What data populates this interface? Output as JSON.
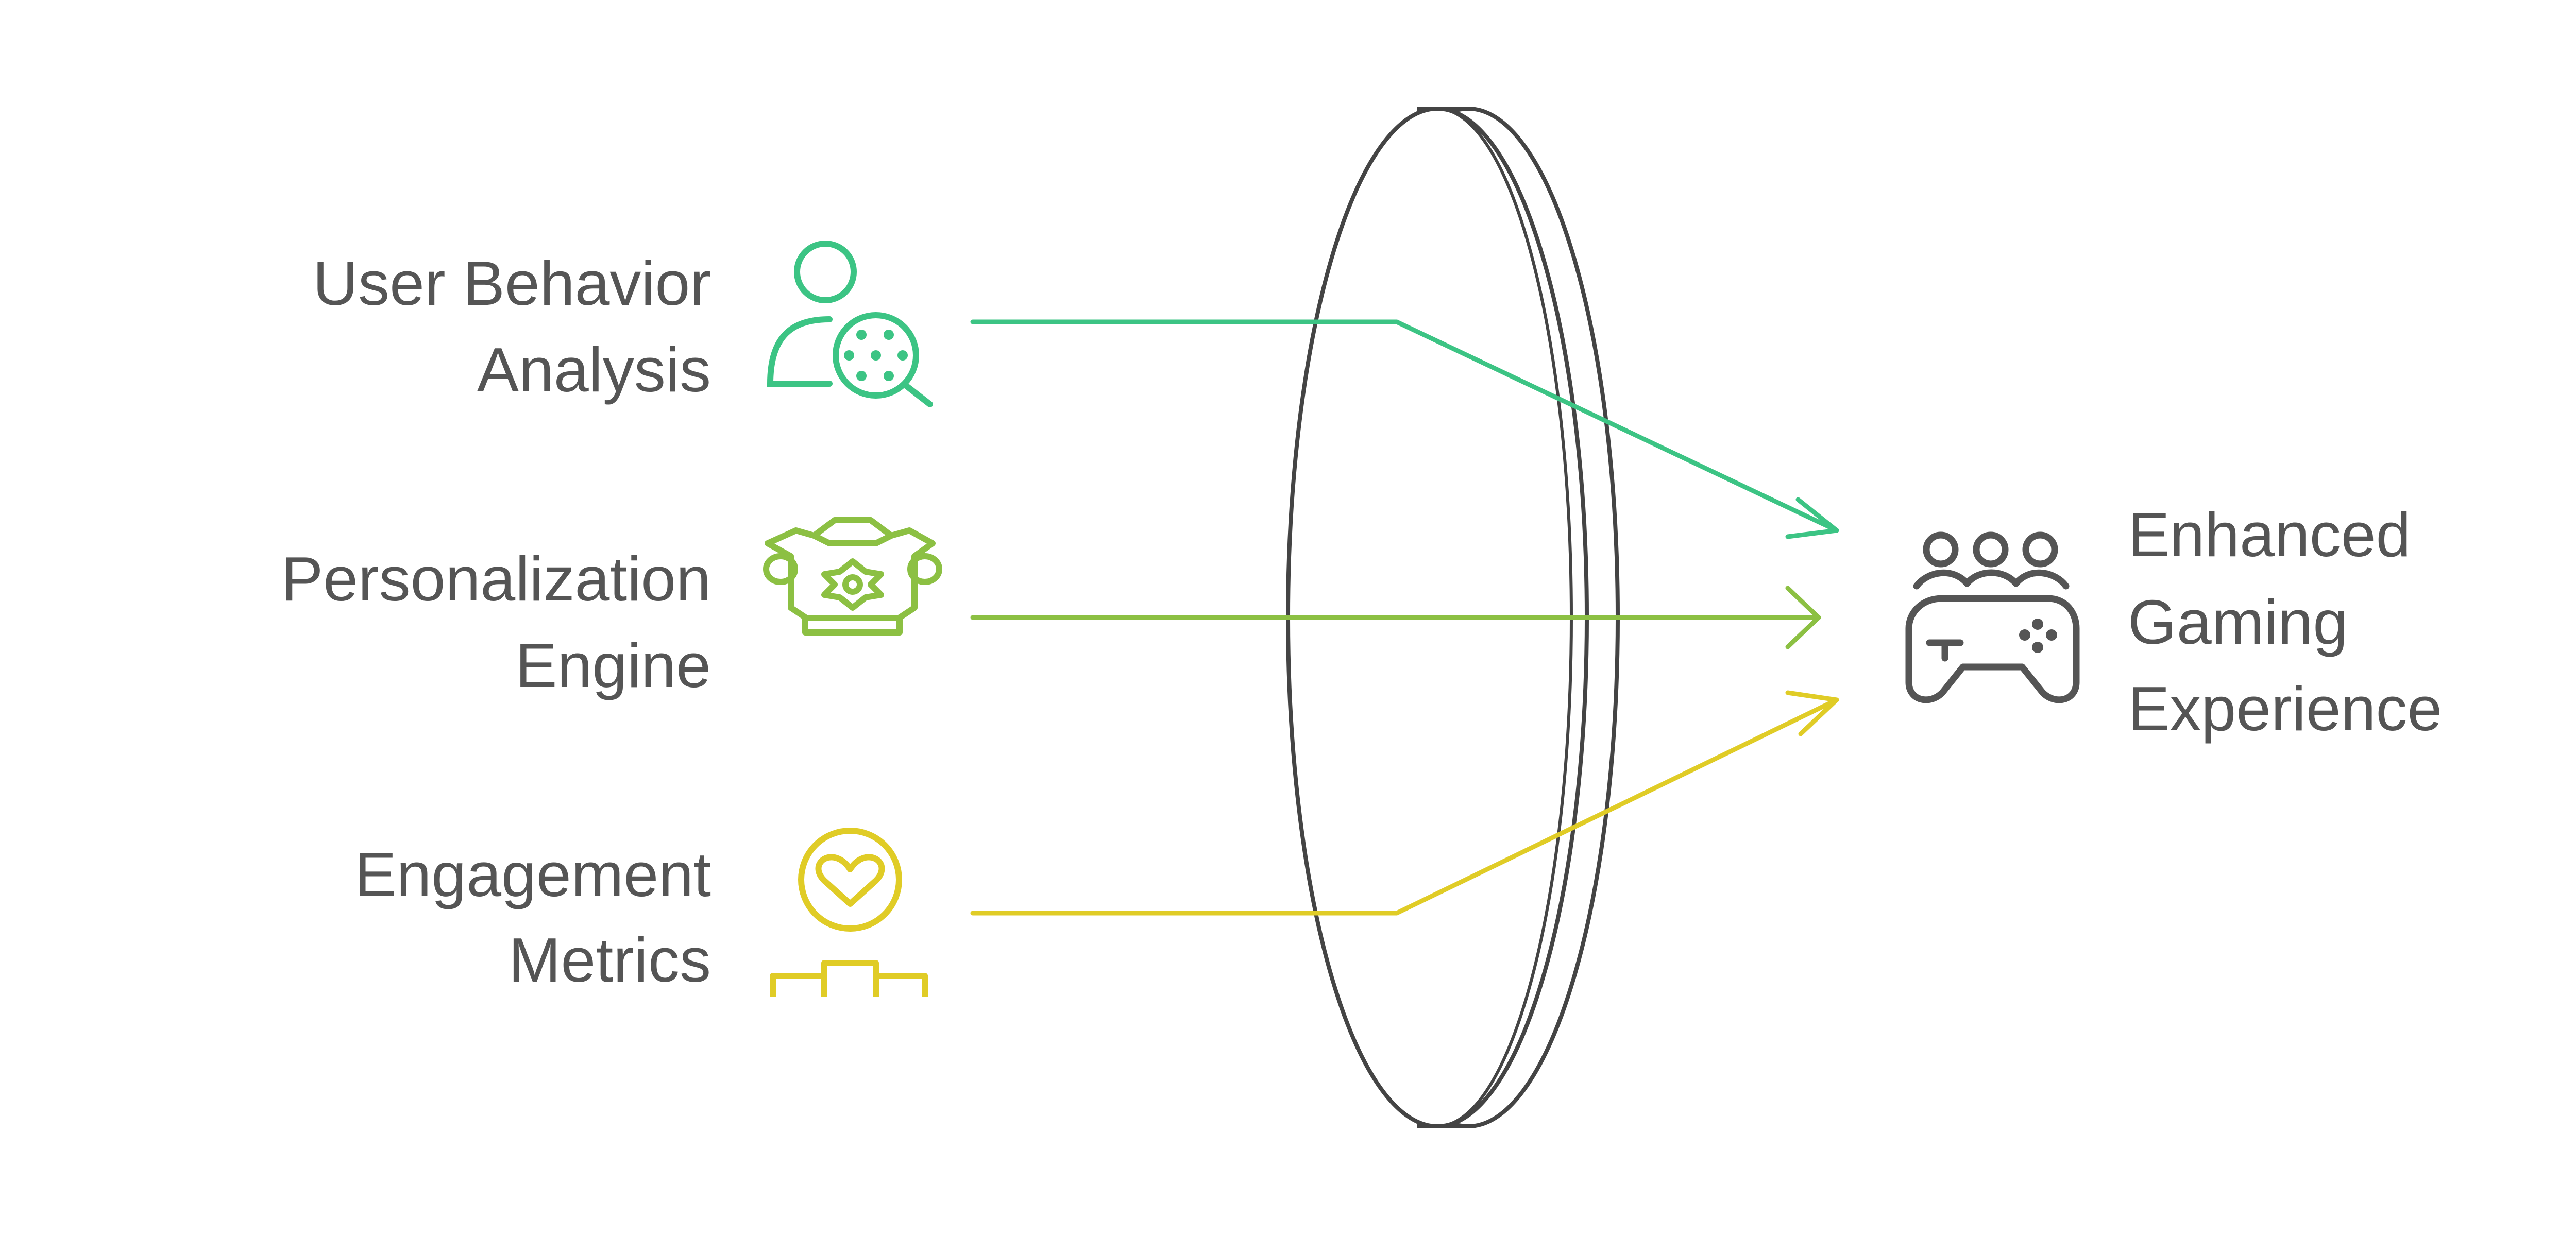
{
  "inputs": [
    {
      "line1": "User Behavior",
      "line2": "Analysis",
      "icon": "user-analysis-icon",
      "color": "#3cc484"
    },
    {
      "line1": "Personalization",
      "line2": "Engine",
      "icon": "jersey-gear-icon",
      "color": "#8cc043"
    },
    {
      "line1": "Engagement",
      "line2": "Metrics",
      "icon": "heart-podium-icon",
      "color": "#e0cc26"
    }
  ],
  "output": {
    "lines": [
      "Enhanced",
      "Gaming",
      "Experience"
    ],
    "icon": "gamepad-players-icon",
    "color": "#555555"
  },
  "lens": {
    "icon": "lens-icon",
    "color": "#444444"
  }
}
